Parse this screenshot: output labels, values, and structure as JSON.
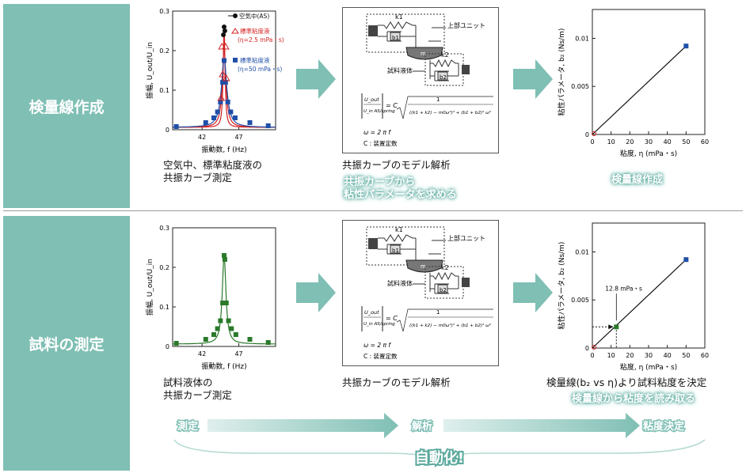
{
  "colors": {
    "teal": "#7fbfb4",
    "accent": "#5aa89c",
    "blue": "#1f4fa8",
    "red": "#d42020",
    "green": "#2a7a2a"
  },
  "row1": {
    "label": "検量線作成",
    "chart1": {
      "ylabel": "振幅, U_out/U_in",
      "xlabel": "振動数, f (Hz)",
      "yticks": [
        "0",
        "0.1",
        "0.2",
        "0.3"
      ],
      "xticks": [
        "42",
        "47"
      ],
      "legend": {
        "air": "空気中(AS)",
        "std1": "標準粘度液",
        "std1_sub": "(η=2.5 mPa・s)",
        "std2": "標準粘度液",
        "std2_sub": "(η=50 mPa・s)"
      }
    },
    "caption1": [
      "空気中、標準粘度液の",
      "共振カーブ測定"
    ],
    "caption2": "共振カーブのモデル解析",
    "glow2": [
      "共振カーブから",
      "粘性パラメータを求める"
    ],
    "glow3": "検量線作成"
  },
  "model": {
    "top_unit": "上部ユニット",
    "liquid": "試料液体",
    "k1": "k1",
    "b1": "b1",
    "k2": "k2",
    "b2": "b2",
    "m": "m",
    "eq_lhs_num": "U_out",
    "eq_lhs_den": "U_in AS/spring",
    "eq_c": "= C",
    "eq_num": "1",
    "eq_den": "((k1 + k2) − m0ω²)² + (b1 + b2)² ω²",
    "omega": "ω = 2 π f",
    "c_def": "C : 装置定数"
  },
  "row2": {
    "label": "試料の測定",
    "caption1": [
      "試料液体の",
      "共振カーブ測定"
    ],
    "caption2": "共振カーブのモデル解析",
    "caption3": "検量線(b₂ vs η)より試料粘度を決定",
    "glow3": "検量線から粘度を読み取る",
    "annot": "12.8 mPa・s"
  },
  "cal_chart": {
    "ylabel": "粘性パラメータ, b₂ (Ns/m)",
    "xlabel": "粘度, η (mPa・s)",
    "xticks": [
      "0",
      "10",
      "20",
      "30",
      "40",
      "50",
      "60"
    ],
    "yticks": [
      "0",
      "0.005",
      "0.01"
    ]
  },
  "flow": {
    "step1": "測定",
    "step2": "解析",
    "step3": "粘度決定",
    "auto": "自動化!"
  },
  "chart_data": [
    {
      "type": "scatter",
      "title": "",
      "xlabel": "振動数, f (Hz)",
      "ylabel": "振幅, U_out/U_in",
      "ylim": [
        0,
        0.3
      ],
      "xlim": [
        38,
        52
      ],
      "series": [
        {
          "name": "空気中(AS)",
          "x": [
            45,
            45.1,
            44.9
          ],
          "y": [
            0.26,
            0.25,
            0.24
          ]
        },
        {
          "name": "標準粘度液 (η=2.5 mPa・s)",
          "x": [
            44.7,
            44.8,
            45.2,
            45.3,
            44.6
          ],
          "y": [
            0.21,
            0.14,
            0.21,
            0.13,
            0.08
          ]
        },
        {
          "name": "標準粘度液 (η=50 mPa・s)",
          "x": [
            38.5,
            42.5,
            43.6,
            44.1,
            44.5,
            44.8,
            45.0,
            45.2,
            45.5,
            45.9,
            46.5,
            48.5,
            51
          ],
          "y": [
            0.008,
            0.018,
            0.03,
            0.045,
            0.07,
            0.12,
            0.175,
            0.12,
            0.07,
            0.045,
            0.03,
            0.018,
            0.01
          ]
        }
      ]
    },
    {
      "type": "line",
      "xlabel": "粘度, η (mPa・s)",
      "ylabel": "粘性パラメータ, b₂ (Ns/m)",
      "xlim": [
        0,
        60
      ],
      "ylim": [
        0,
        0.013
      ],
      "series": [
        {
          "name": "",
          "x": [
            0,
            50
          ],
          "y": [
            0,
            0.0092
          ]
        }
      ]
    },
    {
      "type": "scatter",
      "xlabel": "振動数, f (Hz)",
      "ylabel": "振幅, U_out/U_in",
      "ylim": [
        0,
        0.3
      ],
      "xlim": [
        38,
        52
      ],
      "series": [
        {
          "name": "",
          "x": [
            38.5,
            42.5,
            43.6,
            44.1,
            44.5,
            44.8,
            45.0,
            45.1,
            45.3,
            45.6,
            46.0,
            46.6,
            48.5,
            51
          ],
          "y": [
            0.008,
            0.018,
            0.03,
            0.045,
            0.065,
            0.11,
            0.23,
            0.22,
            0.11,
            0.065,
            0.045,
            0.03,
            0.018,
            0.01
          ]
        }
      ]
    },
    {
      "type": "line",
      "xlabel": "粘度, η (mPa・s)",
      "ylabel": "粘性パラメータ, b₂ (Ns/m)",
      "xlim": [
        0,
        60
      ],
      "ylim": [
        0,
        0.013
      ],
      "series": [
        {
          "name": "",
          "x": [
            0,
            50
          ],
          "y": [
            0,
            0.0092
          ]
        }
      ],
      "points": [
        {
          "x": 12.8,
          "y": 0.0022
        }
      ]
    }
  ]
}
